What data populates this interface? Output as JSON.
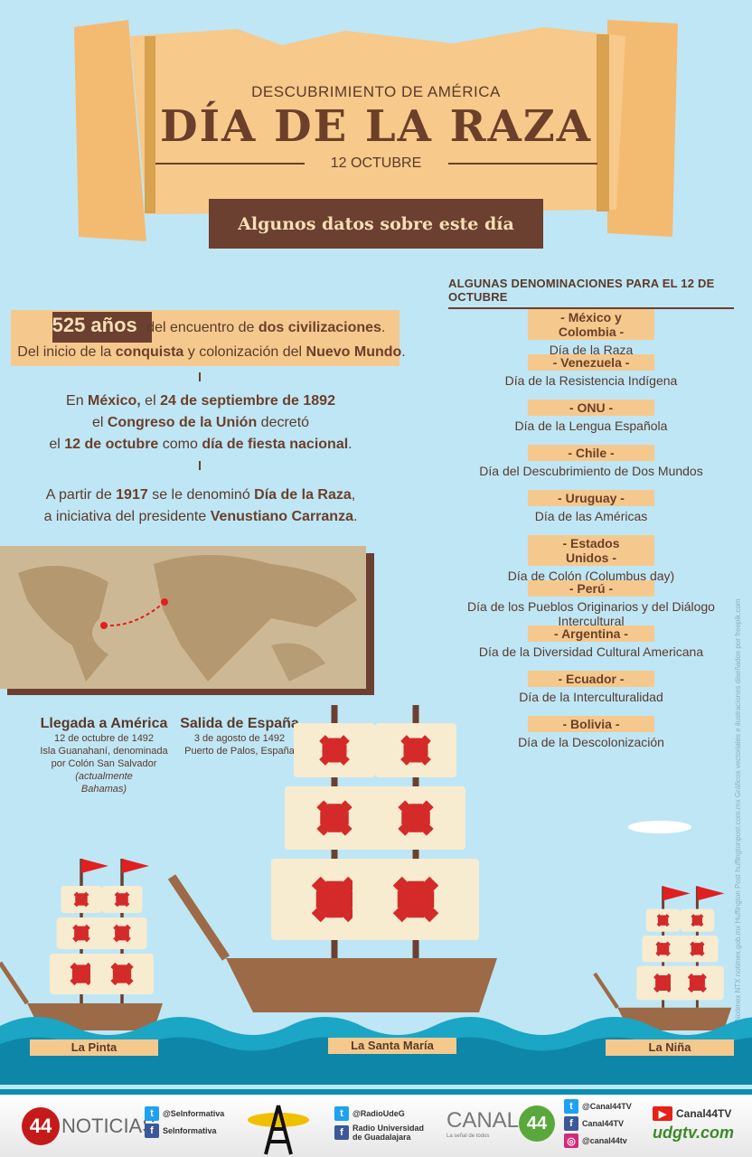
{
  "header": {
    "subtitle": "DESCUBRIMIENTO DE AMÉRICA",
    "title": "DÍA DE LA RAZA",
    "date": "12 OCTUBRE",
    "banner": "Algunos datos sobre este día"
  },
  "facts": {
    "years_bold": "525 años",
    "f1a": " del encuentro de ",
    "f1b": "dos civilizaciones",
    ".": ".",
    "f2a": "Del inicio de la ",
    "f2b": "conquista",
    "f2c": " y colonización del ",
    "f2d": "Nuevo Mundo",
    "f2e": ".",
    "m1a": "En ",
    "m1b": "México,",
    "m1c": " el ",
    "m1d": "24 de septiembre de 1892",
    "m2a": "el ",
    "m2b": "Congreso de la Unión",
    "m2c": " decretó",
    "m3a": "el ",
    "m3b": "12 de octubre",
    "m3c": " como ",
    "m3d": "día de fiesta nacional",
    "m3e": ".",
    "r1a": "A partir de ",
    "r1b": "1917",
    "r1c": " se le denominó ",
    "r1d": "Día de la Raza",
    ",": ",",
    "r2a": "a iniciativa del presidente ",
    "r2b": "Venustiano Carranza",
    "r2c": "."
  },
  "denominaciones": {
    "heading": "ALGUNAS DENOMINACIONES PARA EL 12 DE OCTUBRE",
    "items": [
      {
        "country": "- México y Colombia -",
        "name": "Día de la Raza"
      },
      {
        "country": "- Venezuela -",
        "name": "Día de la Resistencia Indígena"
      },
      {
        "country": "- ONU -",
        "name": "Día de la Lengua Española"
      },
      {
        "country": "- Chile -",
        "name": "Día del Descubrimiento de Dos Mundos"
      },
      {
        "country": "- Uruguay -",
        "name": "Día de las Américas"
      },
      {
        "country": "- Estados Unidos -",
        "name": "Día de Colón (Columbus day)"
      },
      {
        "country": "- Perú -",
        "name": "Día de los Pueblos Originarios y del Diálogo Intercultural"
      },
      {
        "country": "- Argentina -",
        "name": "Día de la Diversidad Cultural Americana"
      },
      {
        "country": "- Ecuador -",
        "name": "Día de la Interculturalidad"
      },
      {
        "country": "- Bolivia -",
        "name": "Día de la Descolonización"
      }
    ]
  },
  "llegada": {
    "title": "Llegada a América",
    "l1": "12 de octubre de 1492",
    "l2": "Isla Guanahaní, denominada",
    "l3": "por Colón San Salvador ",
    "l3i": "(actualmente",
    "l4i": "Bahamas)"
  },
  "salida": {
    "title": "Salida de España",
    "l1": "3 de agosto de 1492",
    "l2": "Puerto de Palos, España"
  },
  "ships": {
    "pinta": "La Pinta",
    "santa": "La Santa María",
    "nina": "La Niña"
  },
  "credits": "Notimex NTX notimex.gob.mx    Huffington Post huffingtonpost.com.mx    Gráficos vectoriales e ilustraciones diseñados por freepik.com",
  "footer": {
    "noticias": "NOTICIAS",
    "tw1": "@SeInformativa",
    "fb1": "SeInformativa",
    "tw2": "@RadioUdeG",
    "fb2a": "Radio Universidad",
    "fb2b": "de Guadalajara",
    "canal": "CANAL",
    "canal_tag": "La señal de todos",
    "tw3": "@Canal44TV",
    "fb3": "Canal44TV",
    "ig3": "@canal44tv",
    "yt": "Canal44TV",
    "web": "udgtv.com"
  },
  "colors": {
    "sky": "#bfe6f5",
    "parchment": "#f5c583",
    "brown": "#6b3f2a",
    "sea": "#1aa6c4",
    "cross": "#d42a2a"
  }
}
